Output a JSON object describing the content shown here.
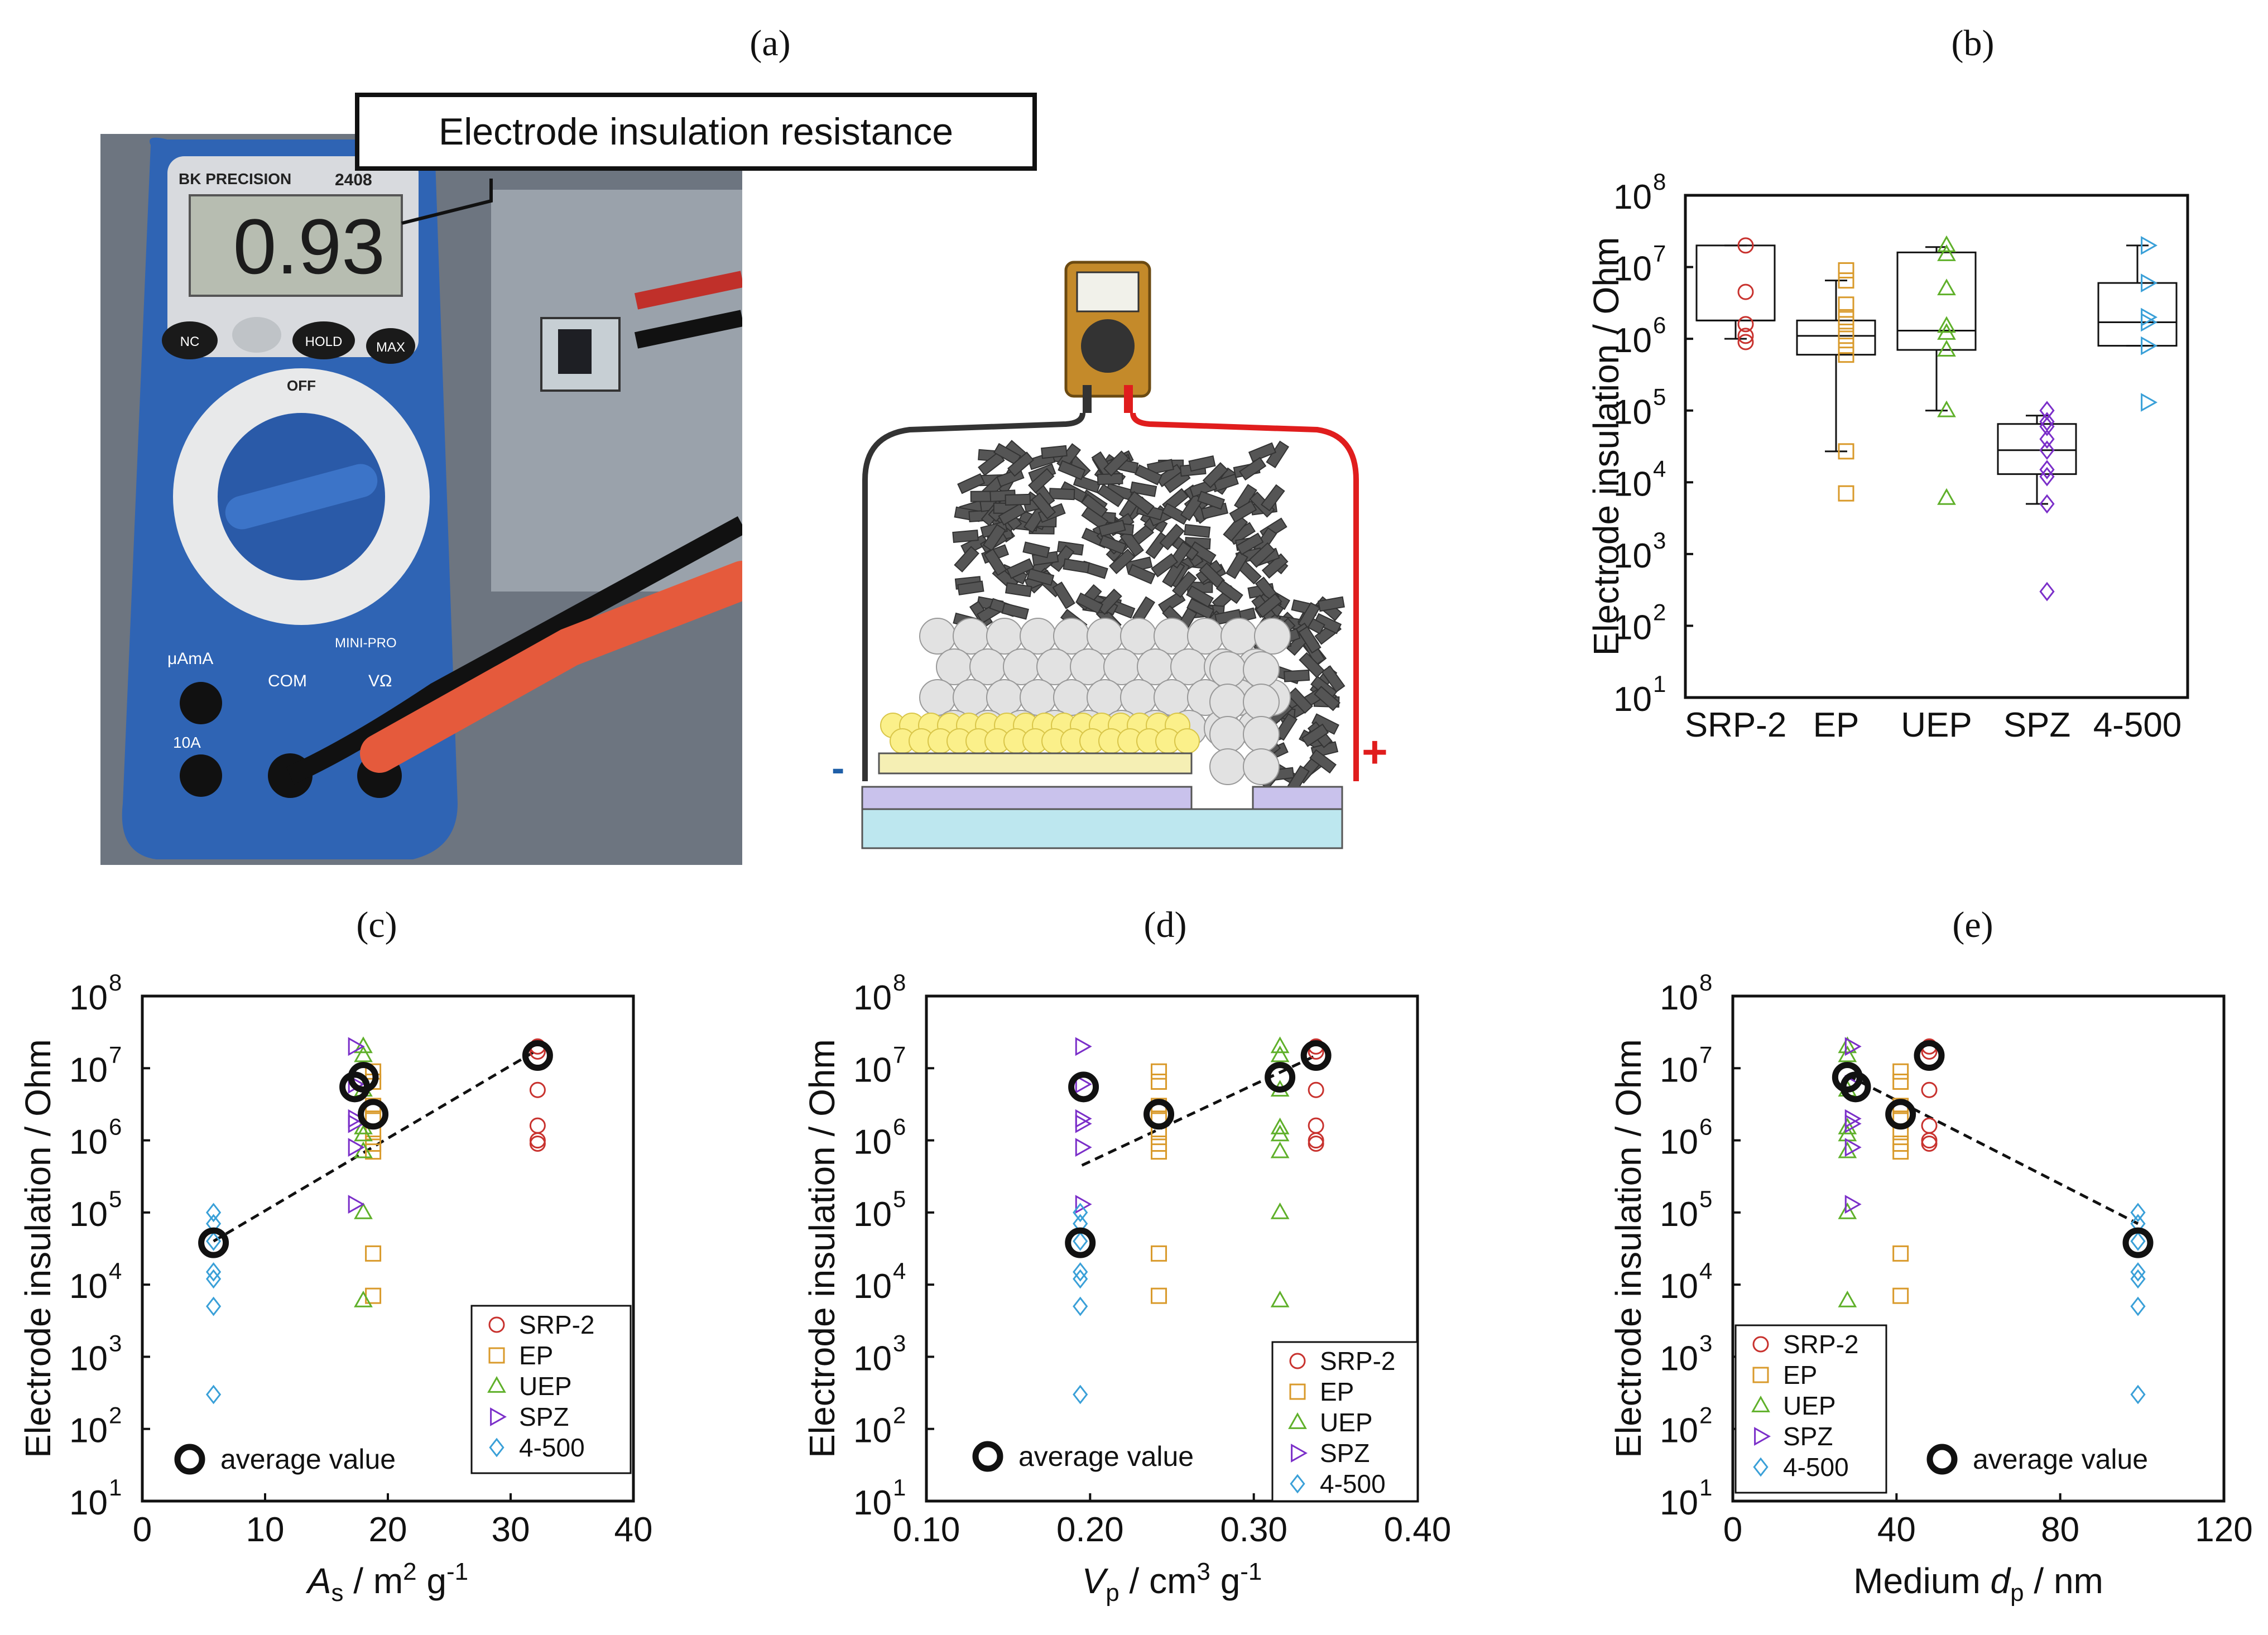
{
  "panel_labels": {
    "a": "(a)",
    "b": "(b)",
    "c": "(c)",
    "d": "(d)",
    "e": "(e)"
  },
  "photo": {
    "callout": "Electrode insulation resistance",
    "brand": "BK PRECISION",
    "model": "2408",
    "display_reading": "0.93",
    "buttons": [
      "NC",
      "HOLD",
      "MAX"
    ],
    "dial_off": "OFF",
    "ports": [
      "10A",
      "COM",
      "VΩ"
    ],
    "series_label": "MINI-PRO",
    "microamp_label": "μAmA"
  },
  "schematic": {
    "minus": "-",
    "plus": "+"
  },
  "colors": {
    "SRP-2": "#c8322e",
    "EP": "#d99a2b",
    "UEP": "#5fb02a",
    "SPZ": "#7b2fc9",
    "4-500": "#3aa0d8"
  },
  "chart_data": [
    {
      "type": "box",
      "panel": "b",
      "ylabel": "Electrode insulation / Ohm",
      "yscale": "log",
      "ylim": [
        10,
        100000000
      ],
      "yticks": [
        "10",
        "10",
        "10",
        "10",
        "10",
        "10",
        "10",
        "10"
      ],
      "yexp": [
        "1",
        "2",
        "3",
        "4",
        "5",
        "6",
        "7",
        "8"
      ],
      "categories": [
        "SRP-2",
        "EP",
        "UEP",
        "SPZ",
        "4-500"
      ],
      "boxes": [
        {
          "name": "SRP-2",
          "marker": "circle",
          "whisker_low": 1000000,
          "q1": 1800000,
          "median": 1800000,
          "q3": 20000000,
          "whisker_high": 20000000,
          "points": [
            20000000,
            4500000,
            1600000,
            1100000,
            900000
          ]
        },
        {
          "name": "EP",
          "marker": "square",
          "whisker_low": 27000,
          "q1": 600000,
          "median": 1100000,
          "q3": 1800000,
          "whisker_high": 6500000,
          "points": [
            9000000,
            6500000,
            3000000,
            2000000,
            1600000,
            1100000,
            800000,
            600000,
            27000,
            7000
          ]
        },
        {
          "name": "UEP",
          "marker": "triangle-up",
          "whisker_low": 100000,
          "q1": 700000,
          "median": 1300000,
          "q3": 16000000,
          "whisker_high": 19000000,
          "points": [
            20000000,
            15000000,
            5000000,
            1500000,
            1200000,
            700000,
            100000,
            6000
          ]
        },
        {
          "name": "SPZ",
          "marker": "diamond",
          "whisker_low": 5000,
          "q1": 13000,
          "median": 28000,
          "q3": 65000,
          "whisker_high": 85000,
          "points": [
            100000,
            70000,
            60000,
            40000,
            28000,
            15000,
            12000,
            5000,
            300
          ]
        },
        {
          "name": "4-500",
          "marker": "triangle-right",
          "whisker_low": 800000,
          "q1": 800000,
          "median": 1700000,
          "q3": 6000000,
          "whisker_high": 20000000,
          "points": [
            20000000,
            6000000,
            2000000,
            1700000,
            800000,
            130000
          ]
        }
      ]
    },
    {
      "type": "scatter",
      "panel": "c",
      "ylabel": "Electrode insulation / Ohm",
      "xlabel_parts": [
        "A",
        "s",
        " / m",
        "2",
        " g",
        "-1"
      ],
      "xlim": [
        0,
        40
      ],
      "xticks": [
        "0",
        "10",
        "20",
        "30",
        "40"
      ],
      "ylim": [
        10,
        100000000
      ],
      "legend": [
        "SRP-2",
        "EP",
        "UEP",
        "SPZ",
        "4-500"
      ],
      "legend_avg": "average value",
      "series": [
        {
          "name": "SRP-2",
          "marker": "circle",
          "points": [
            [
              32.2,
              20000000
            ],
            [
              32.2,
              17000000
            ],
            [
              32.2,
              5000000
            ],
            [
              32.2,
              1600000
            ],
            [
              32.2,
              1000000
            ],
            [
              32.2,
              900000
            ]
          ]
        },
        {
          "name": "EP",
          "marker": "square",
          "points": [
            [
              18.8,
              9000000
            ],
            [
              18.8,
              6500000
            ],
            [
              18.8,
              3000000
            ],
            [
              18.8,
              2000000
            ],
            [
              18.8,
              1300000
            ],
            [
              18.8,
              900000
            ],
            [
              18.8,
              700000
            ],
            [
              18.8,
              27000
            ],
            [
              18.8,
              7000
            ]
          ]
        },
        {
          "name": "UEP",
          "marker": "triangle-up",
          "points": [
            [
              18.0,
              20000000
            ],
            [
              18.0,
              15000000
            ],
            [
              18.0,
              5000000
            ],
            [
              18.0,
              1500000
            ],
            [
              18.0,
              1200000
            ],
            [
              18.0,
              700000
            ],
            [
              18.0,
              100000
            ],
            [
              18.0,
              6000
            ]
          ]
        },
        {
          "name": "SPZ",
          "marker": "triangle-right",
          "points": [
            [
              17.3,
              20000000
            ],
            [
              17.3,
              6000000
            ],
            [
              17.3,
              2000000
            ],
            [
              17.3,
              1700000
            ],
            [
              17.3,
              800000
            ],
            [
              17.3,
              130000
            ]
          ]
        },
        {
          "name": "4-500",
          "marker": "diamond",
          "points": [
            [
              5.8,
              100000
            ],
            [
              5.8,
              70000
            ],
            [
              5.8,
              40000
            ],
            [
              5.8,
              15000
            ],
            [
              5.8,
              12000
            ],
            [
              5.8,
              5000
            ],
            [
              5.8,
              300
            ]
          ]
        }
      ],
      "averages": [
        [
          5.8,
          38000
        ],
        [
          17.3,
          5500000
        ],
        [
          18.0,
          7500000
        ],
        [
          18.8,
          2300000
        ],
        [
          32.2,
          15000000
        ]
      ],
      "trend": [
        [
          5.8,
          40000
        ],
        [
          32.2,
          18000000
        ]
      ]
    },
    {
      "type": "scatter",
      "panel": "d",
      "ylabel": "Electrode insulation / Ohm",
      "xlabel_parts": [
        "V",
        "p",
        " / cm",
        "3",
        " g",
        "-1"
      ],
      "xlim": [
        0.1,
        0.4
      ],
      "xticks": [
        "0.10",
        "0.20",
        "0.30",
        "0.40"
      ],
      "ylim": [
        10,
        100000000
      ],
      "legend": [
        "SRP-2",
        "EP",
        "UEP",
        "SPZ",
        "4-500"
      ],
      "legend_avg": "average value",
      "series": [
        {
          "name": "SRP-2",
          "marker": "circle",
          "points": [
            [
              0.338,
              20000000
            ],
            [
              0.338,
              17000000
            ],
            [
              0.338,
              5000000
            ],
            [
              0.338,
              1600000
            ],
            [
              0.338,
              1000000
            ],
            [
              0.338,
              900000
            ]
          ]
        },
        {
          "name": "EP",
          "marker": "square",
          "points": [
            [
              0.242,
              9000000
            ],
            [
              0.242,
              6500000
            ],
            [
              0.242,
              3000000
            ],
            [
              0.242,
              2000000
            ],
            [
              0.242,
              1300000
            ],
            [
              0.242,
              900000
            ],
            [
              0.242,
              700000
            ],
            [
              0.242,
              27000
            ],
            [
              0.242,
              7000
            ]
          ]
        },
        {
          "name": "UEP",
          "marker": "triangle-up",
          "points": [
            [
              0.316,
              20000000
            ],
            [
              0.316,
              15000000
            ],
            [
              0.316,
              5000000
            ],
            [
              0.316,
              1500000
            ],
            [
              0.316,
              1200000
            ],
            [
              0.316,
              700000
            ],
            [
              0.316,
              100000
            ],
            [
              0.316,
              6000
            ]
          ]
        },
        {
          "name": "SPZ",
          "marker": "triangle-right",
          "points": [
            [
              0.195,
              20000000
            ],
            [
              0.195,
              6000000
            ],
            [
              0.195,
              2000000
            ],
            [
              0.195,
              1700000
            ],
            [
              0.195,
              800000
            ],
            [
              0.195,
              130000
            ]
          ]
        },
        {
          "name": "4-500",
          "marker": "diamond",
          "points": [
            [
              0.194,
              100000
            ],
            [
              0.194,
              70000
            ],
            [
              0.194,
              40000
            ],
            [
              0.194,
              15000
            ],
            [
              0.194,
              12000
            ],
            [
              0.194,
              5000
            ],
            [
              0.194,
              300
            ]
          ]
        }
      ],
      "averages": [
        [
          0.194,
          38000
        ],
        [
          0.196,
          5500000
        ],
        [
          0.242,
          2300000
        ],
        [
          0.316,
          7500000
        ],
        [
          0.338,
          15000000
        ]
      ],
      "trend": [
        [
          0.195,
          450000
        ],
        [
          0.338,
          15000000
        ]
      ]
    },
    {
      "type": "scatter",
      "panel": "e",
      "ylabel": "Electrode insulation / Ohm",
      "xlabel_parts": [
        "Medium ",
        "d",
        "p",
        " / nm"
      ],
      "xlim": [
        0,
        120
      ],
      "xticks": [
        "0",
        "40",
        "80",
        "120"
      ],
      "ylim": [
        10,
        100000000
      ],
      "legend": [
        "SRP-2",
        "EP",
        "UEP",
        "SPZ",
        "4-500"
      ],
      "legend_avg": "average value",
      "series": [
        {
          "name": "SRP-2",
          "marker": "circle",
          "points": [
            [
              48,
              20000000
            ],
            [
              48,
              17000000
            ],
            [
              48,
              5000000
            ],
            [
              48,
              1600000
            ],
            [
              48,
              1000000
            ],
            [
              48,
              900000
            ]
          ]
        },
        {
          "name": "EP",
          "marker": "square",
          "points": [
            [
              41,
              9000000
            ],
            [
              41,
              6500000
            ],
            [
              41,
              3000000
            ],
            [
              41,
              2000000
            ],
            [
              41,
              1300000
            ],
            [
              41,
              900000
            ],
            [
              41,
              700000
            ],
            [
              41,
              27000
            ],
            [
              41,
              7000
            ]
          ]
        },
        {
          "name": "UEP",
          "marker": "triangle-up",
          "points": [
            [
              28,
              20000000
            ],
            [
              28,
              15000000
            ],
            [
              28,
              5000000
            ],
            [
              28,
              1500000
            ],
            [
              28,
              1200000
            ],
            [
              28,
              700000
            ],
            [
              28,
              100000
            ],
            [
              28,
              6000
            ]
          ]
        },
        {
          "name": "SPZ",
          "marker": "triangle-right",
          "points": [
            [
              29,
              20000000
            ],
            [
              29,
              6000000
            ],
            [
              29,
              2000000
            ],
            [
              29,
              1700000
            ],
            [
              29,
              800000
            ],
            [
              29,
              130000
            ]
          ]
        },
        {
          "name": "4-500",
          "marker": "diamond",
          "points": [
            [
              99,
              100000
            ],
            [
              99,
              70000
            ],
            [
              99,
              40000
            ],
            [
              99,
              15000
            ],
            [
              99,
              12000
            ],
            [
              99,
              5000
            ],
            [
              99,
              300
            ]
          ]
        }
      ],
      "averages": [
        [
          28,
          7500000
        ],
        [
          30,
          5500000
        ],
        [
          41,
          2300000
        ],
        [
          48,
          15000000
        ],
        [
          99,
          38000
        ]
      ],
      "trend": [
        [
          28,
          8000000
        ],
        [
          99,
          70000
        ]
      ]
    }
  ]
}
